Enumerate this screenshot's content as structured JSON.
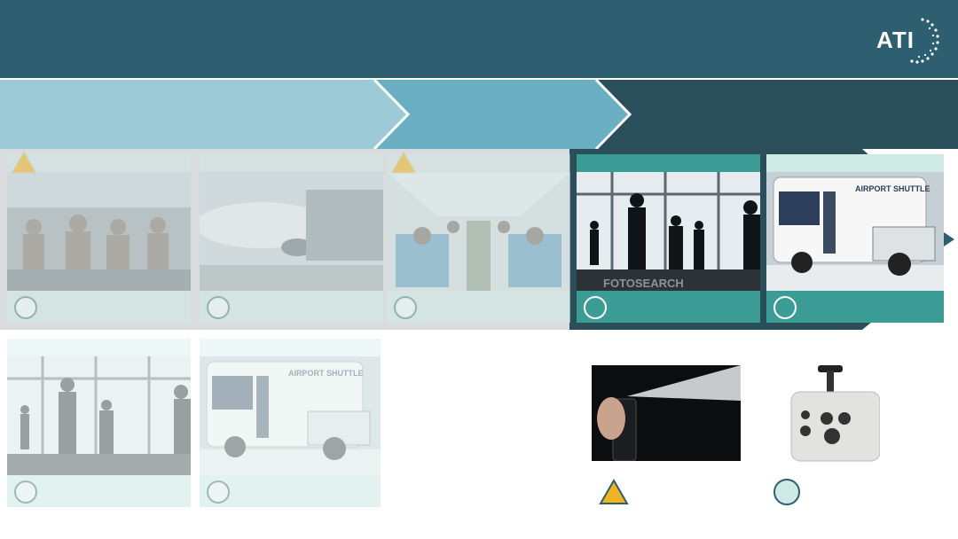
{
  "header": {
    "logo_text": "ATI",
    "bg": "#2e5f70"
  },
  "timeline": {
    "segments": [
      {
        "name": "stage-1",
        "color": "#9ccbd7"
      },
      {
        "name": "stage-2",
        "color": "#6aafc2"
      },
      {
        "name": "stage-3",
        "color": "#2a4f5a"
      }
    ]
  },
  "cards_row1": [
    {
      "scene": "airport-waiting-area-photo",
      "state": "faded",
      "has_warning": true
    },
    {
      "scene": "airplane-at-gate-photo",
      "state": "faded",
      "has_warning": false
    },
    {
      "scene": "airplane-cabin-photo",
      "state": "faded",
      "has_warning": true
    },
    {
      "scene": "terminal-travelers-silhouette-photo",
      "state": "active",
      "watermark": "FOTOSEARCH",
      "has_warning": false
    },
    {
      "scene": "airport-shuttle-bus-photo",
      "state": "active",
      "bus_text": "AIRPORT SHUTTLE",
      "has_warning": false
    }
  ],
  "cards_row2": [
    {
      "scene": "terminal-travelers-silhouette-photo",
      "state": "faded"
    },
    {
      "scene": "airport-shuttle-bus-photo",
      "state": "faded",
      "bus_text": "AIRPORT SHUTTLE"
    }
  ],
  "legend": {
    "left_image": "aerosol-spray-can-photo",
    "right_image": "aerosol-generator-device-photo"
  },
  "colors": {
    "accent_teal": "#3a9c95",
    "pale_teal": "#cfe9e4",
    "warning_yellow": "#f0b323",
    "dark_teal": "#2e5f70"
  }
}
